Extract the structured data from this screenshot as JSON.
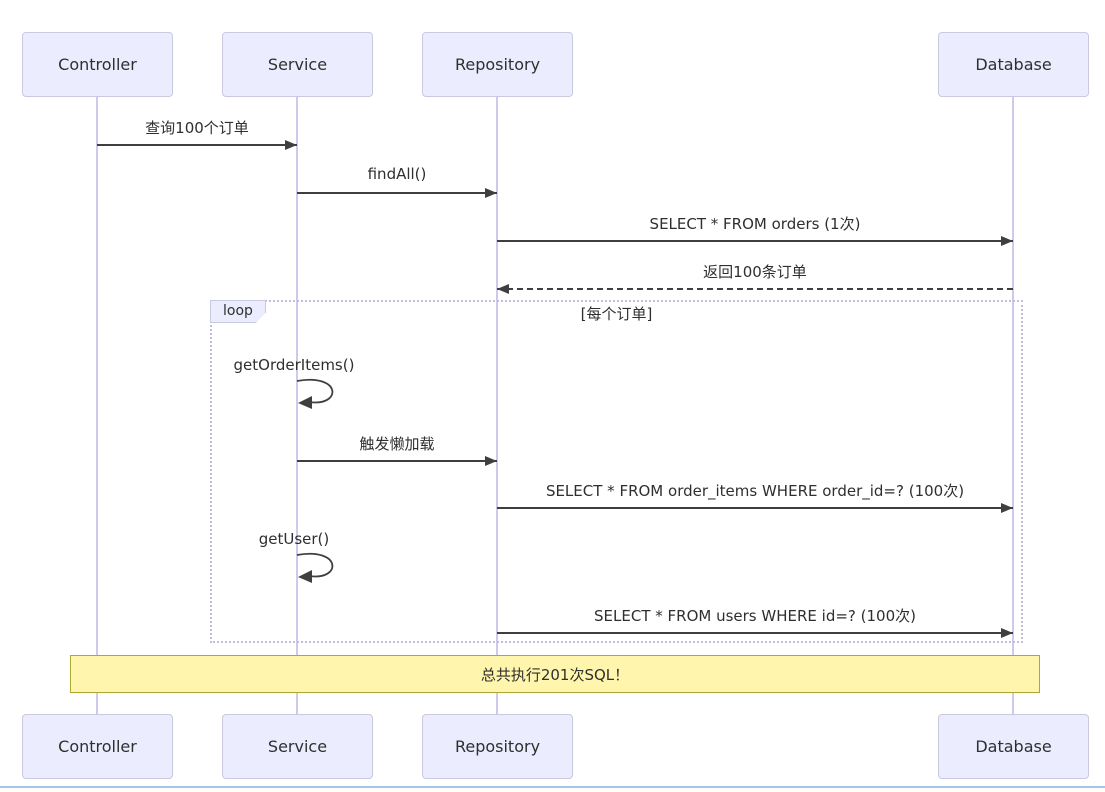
{
  "diagram": {
    "type": "sequence",
    "actors": [
      "Controller",
      "Service",
      "Repository",
      "Database"
    ],
    "messages": [
      {
        "from": "Controller",
        "to": "Service",
        "label": "查询100个订单",
        "style": "solid"
      },
      {
        "from": "Service",
        "to": "Repository",
        "label": "findAll()",
        "style": "solid"
      },
      {
        "from": "Repository",
        "to": "Database",
        "label": "SELECT * FROM orders (1次)",
        "style": "solid"
      },
      {
        "from": "Database",
        "to": "Repository",
        "label": "返回100条订单",
        "style": "dashed"
      },
      {
        "from": "Service",
        "to": "Service",
        "label": "getOrderItems()",
        "style": "self"
      },
      {
        "from": "Service",
        "to": "Repository",
        "label": "触发懒加载",
        "style": "solid"
      },
      {
        "from": "Repository",
        "to": "Database",
        "label": "SELECT * FROM order_items WHERE order_id=? (100次)",
        "style": "solid"
      },
      {
        "from": "Service",
        "to": "Service",
        "label": "getUser()",
        "style": "self"
      },
      {
        "from": "Repository",
        "to": "Database",
        "label": "SELECT * FROM users WHERE id=? (100次)",
        "style": "solid"
      }
    ],
    "loop": {
      "label": "loop",
      "condition": "[每个订单]"
    },
    "note": {
      "text": "总共执行201次SQL！"
    }
  },
  "colors": {
    "actor_fill": "#ECECFF",
    "actor_border": "#C9C9E0",
    "lifeline": "#CFC9EC",
    "arrow": "#3F3F3F",
    "loop_border": "#C2BBE3",
    "note_fill": "#FFF5AD",
    "note_border": "#AAAA33",
    "bottom_line": "#A3C6E8"
  }
}
